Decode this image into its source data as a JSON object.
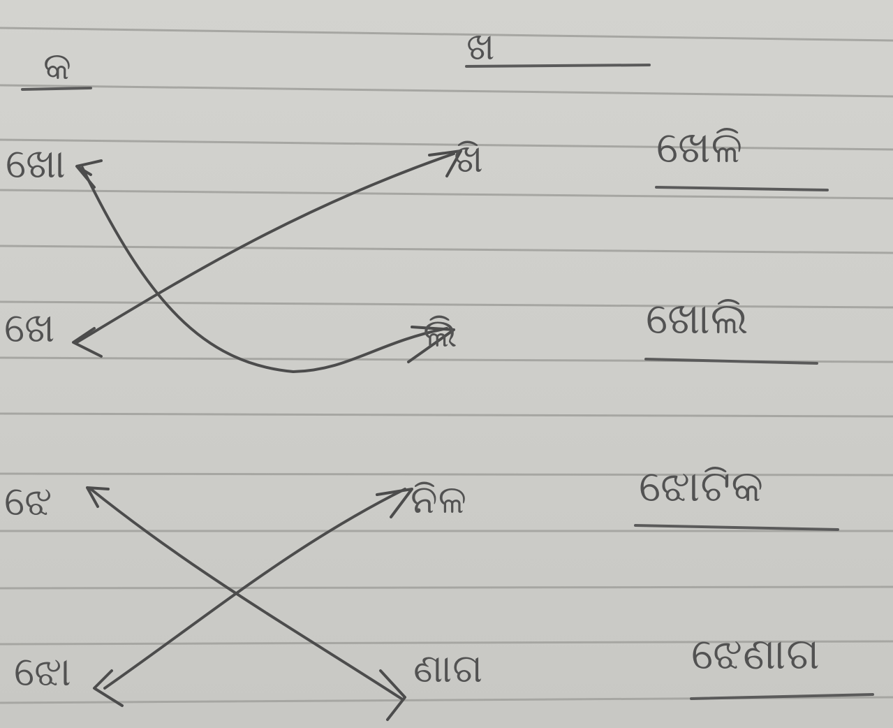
{
  "headers": {
    "col_ka": "କ",
    "col_kha": "ଖ"
  },
  "left_syllables": [
    "ଖୋ",
    "ଖେ",
    "ଝେ",
    "ଝୋ"
  ],
  "middle_syllables": [
    "ଖି",
    "ଲି",
    "ନିଳ",
    "ଣାଗ"
  ],
  "right_words": [
    "ଖେଳି",
    "ଖୋଲି",
    "ଝୋଟିକ",
    "ଝେଣାଗ"
  ],
  "colors": {
    "paper": "#cfcfcb",
    "rule_line": "#a6a6a2",
    "ink": "#525252"
  }
}
